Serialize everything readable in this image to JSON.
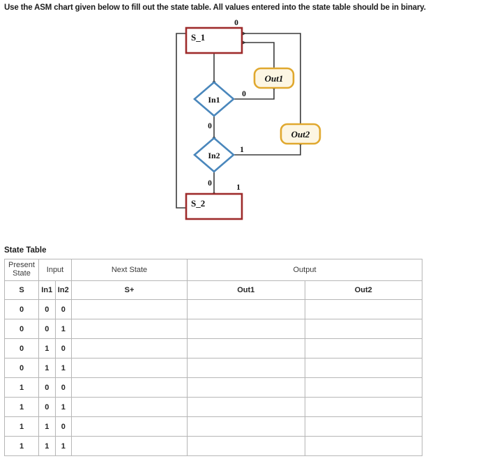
{
  "prompt": "Use the ASM chart given below to fill out the state table. All values entered into the state table should be in binary.",
  "asm_chart": {
    "colors": {
      "state_box_border": "#9e2b2b",
      "decision_border": "#4a87bc",
      "output_border": "#e0a82e",
      "output_fill": "#fdf6e3",
      "edge": "#3a3a3a"
    },
    "nodes": {
      "state_1": "S_1",
      "state_2": "S_2",
      "decision_1": "In1",
      "decision_2": "In2",
      "output_1": "Out1",
      "output_2": "Out2"
    },
    "edge_labels": {
      "top_entry": "0",
      "in1_right": "0",
      "in1_down": "0",
      "in2_right": "1",
      "in2_down": "0",
      "s2_top": "1"
    }
  },
  "state_table": {
    "title": "State Table",
    "group_headers": {
      "present_state": "Present State",
      "present_state_line1": "Present",
      "present_state_line2": "State",
      "input": "Input",
      "next_state": "Next  State",
      "output": "Output"
    },
    "sub_headers": {
      "s": "S",
      "in1": "In1",
      "in2": "In2",
      "s_plus": "S+",
      "out1": "Out1",
      "out2": "Out2"
    },
    "rows": [
      {
        "s": "0",
        "in1": "0",
        "in2": "0",
        "s_plus": "",
        "out1": "",
        "out2": ""
      },
      {
        "s": "0",
        "in1": "0",
        "in2": "1",
        "s_plus": "",
        "out1": "",
        "out2": ""
      },
      {
        "s": "0",
        "in1": "1",
        "in2": "0",
        "s_plus": "",
        "out1": "",
        "out2": ""
      },
      {
        "s": "0",
        "in1": "1",
        "in2": "1",
        "s_plus": "",
        "out1": "",
        "out2": ""
      },
      {
        "s": "1",
        "in1": "0",
        "in2": "0",
        "s_plus": "",
        "out1": "",
        "out2": ""
      },
      {
        "s": "1",
        "in1": "0",
        "in2": "1",
        "s_plus": "",
        "out1": "",
        "out2": ""
      },
      {
        "s": "1",
        "in1": "1",
        "in2": "0",
        "s_plus": "",
        "out1": "",
        "out2": ""
      },
      {
        "s": "1",
        "in1": "1",
        "in2": "1",
        "s_plus": "",
        "out1": "",
        "out2": ""
      }
    ]
  }
}
